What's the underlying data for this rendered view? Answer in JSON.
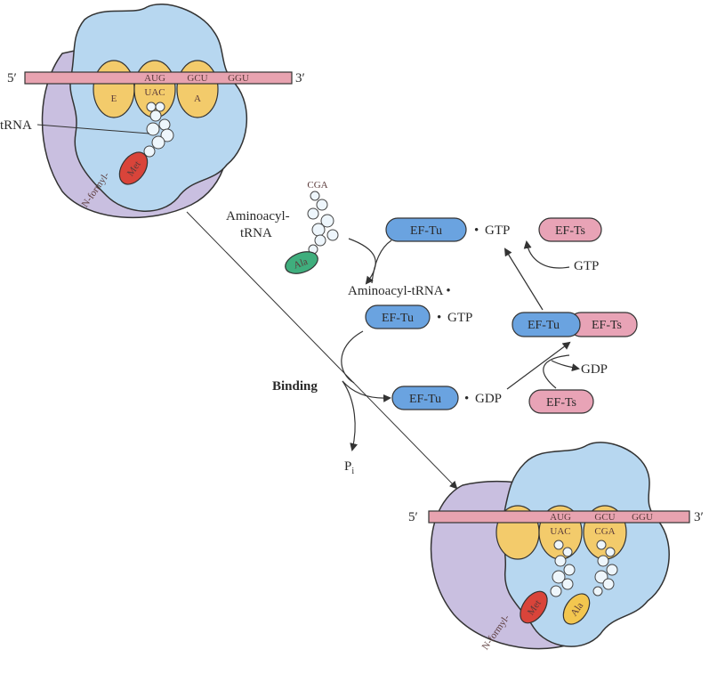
{
  "colors": {
    "mrna": "#e8a3b0",
    "ribosome_large": "#b7d7f0",
    "ribosome_small": "#c9bfe0",
    "site": "#f3cb6b",
    "ef_tu": "#6aa3e0",
    "ef_ts": "#e8a3b6",
    "met": "#d9443a",
    "ala_green": "#3fae7d",
    "ala_yellow": "#f3c64f"
  },
  "top_ribosome": {
    "five_prime": "5′",
    "three_prime": "3′",
    "codons": [
      "AUG",
      "GCU",
      "GGU"
    ],
    "anticodon": "UAC",
    "sites": [
      "E",
      "A"
    ],
    "trna_label": "tRNA",
    "met_label": "Met",
    "nformyl_label": "N-formyl-"
  },
  "incoming": {
    "anticodon": "CGA",
    "label_line1": "Aminoacyl-",
    "label_line2": "tRNA",
    "amino_acid": "Ala"
  },
  "cycle": {
    "complex_line1": "Aminoacyl-tRNA •",
    "ef_tu": "EF-Tu",
    "ef_ts": "EF-Ts",
    "gtp": "GTP",
    "gdp": "GDP",
    "dot": "•",
    "binding": "Binding",
    "pi_main": "P",
    "pi_sub": "i"
  },
  "bottom_ribosome": {
    "five_prime": "5′",
    "three_prime": "3′",
    "codons": [
      "AUG",
      "GCU",
      "GGU"
    ],
    "anticodons": [
      "UAC",
      "CGA"
    ],
    "met_label": "Met",
    "ala_label": "Ala",
    "nformyl_label": "N-formyl-"
  }
}
